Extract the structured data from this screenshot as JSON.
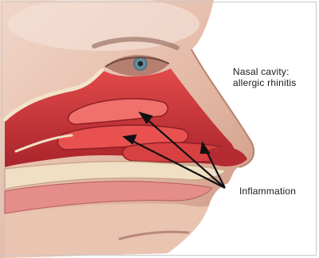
{
  "labels": {
    "title_line1": "Nasal cavity:",
    "title_line2": "allergic rhinitis",
    "callout": "Inflammation"
  },
  "colors": {
    "skin": "#e9c7b6",
    "skin_shadow": "#c99a86",
    "mucosa": "#d2363a",
    "mucosa_dark": "#9c1f27",
    "tissue_pink": "#e58d8a",
    "bone": "#f0dfc4",
    "arrow": "#111111"
  }
}
